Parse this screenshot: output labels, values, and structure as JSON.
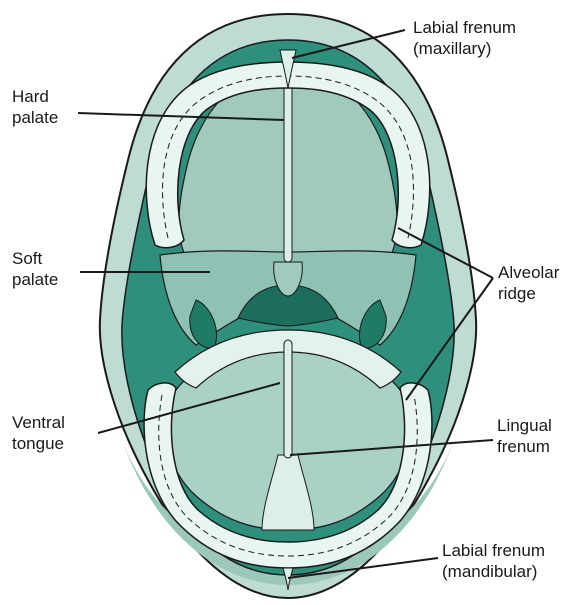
{
  "labels": {
    "labial_frenum_maxillary": [
      "Labial frenum",
      "(maxillary)"
    ],
    "hard_palate": [
      "Hard",
      "palate"
    ],
    "soft_palate": [
      "Soft",
      "palate"
    ],
    "alveolar_ridge": [
      "Alveolar",
      "ridge"
    ],
    "ventral_tongue": [
      "Ventral",
      "tongue"
    ],
    "lingual_frenum": [
      "Lingual",
      "frenum"
    ],
    "labial_frenum_mandibular": [
      "Labial frenum",
      "(mandibular)"
    ]
  },
  "colors": {
    "lip_outer": "#bfdcd4",
    "lip_dark": "#7fb3a6",
    "cavity": "#2e8f7c",
    "palate": "#9fcabd",
    "tissue_light": "#dcefe9",
    "tongue": "#a9d1c6",
    "outline": "#1a1a1a"
  }
}
